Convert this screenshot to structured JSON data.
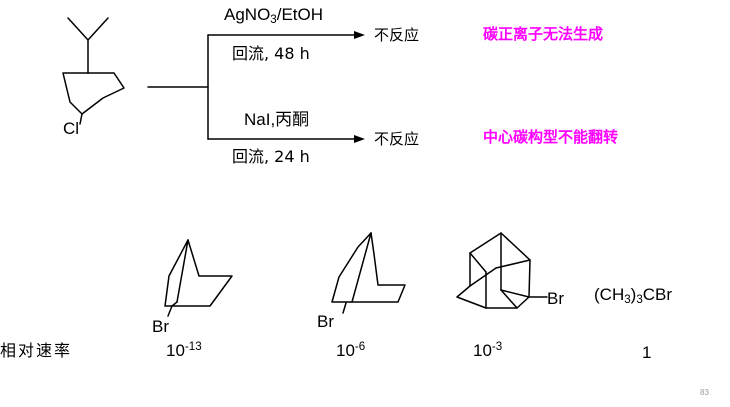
{
  "reactant": {
    "substituent": "Cl"
  },
  "reaction1": {
    "reagent_main": "AgNO",
    "reagent_sub": "3",
    "reagent_tail": "/EtOH",
    "conditions": "回流, 48 h",
    "result": "不反应",
    "note": "碳正离子无法生成",
    "note_color": "#ff00ff"
  },
  "reaction2": {
    "reagent": "NaI,丙酮",
    "conditions": "回流, 24 h",
    "result": "不反应",
    "note": "中心碳构型不能翻转",
    "note_color": "#ff00ff"
  },
  "comparison": {
    "row_label": "相对速率",
    "compounds": [
      {
        "substituent": "Br",
        "rate_base": "10",
        "rate_exp": "-13"
      },
      {
        "substituent": "Br",
        "rate_base": "10",
        "rate_exp": "-6"
      },
      {
        "substituent": "Br",
        "rate_base": "10",
        "rate_exp": "-3"
      },
      {
        "formula_a": "(CH",
        "formula_sub": "3",
        "formula_b": ")",
        "formula_sub2": "3",
        "formula_c": "CBr",
        "rate": "1"
      }
    ]
  },
  "page_number": "83"
}
